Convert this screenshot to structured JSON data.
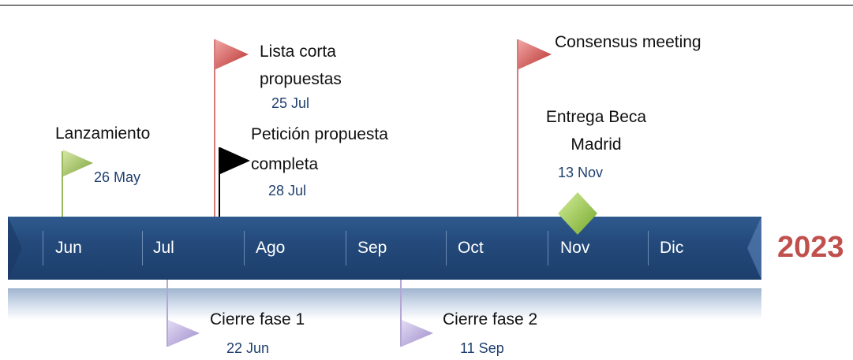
{
  "year": "2023",
  "months": [
    "Jun",
    "Jul",
    "Ago",
    "Sep",
    "Oct",
    "Nov",
    "Dic"
  ],
  "milestones": [
    {
      "label": "Lanzamiento",
      "date": "26 May",
      "color": "#9bbb59"
    },
    {
      "label_line1": "Lista corta",
      "label_line2": "propuestas",
      "date": "25 Jul",
      "color": "#c0504d"
    },
    {
      "label_line1": "Petición propuesta",
      "label_line2": "completa",
      "date": "28 Jul",
      "color": "#000000"
    },
    {
      "label": "Consensus meeting",
      "color": "#c0504d"
    },
    {
      "label_line1": "Entrega Beca",
      "label_line2": "Madrid",
      "date": "13 Nov",
      "color": "#92d050"
    },
    {
      "label": "Cierre fase 1",
      "date": "22 Jun",
      "color": "#b4a7d6"
    },
    {
      "label": "Cierre fase 2",
      "date": "11 Sep",
      "color": "#b4a7d6"
    }
  ]
}
